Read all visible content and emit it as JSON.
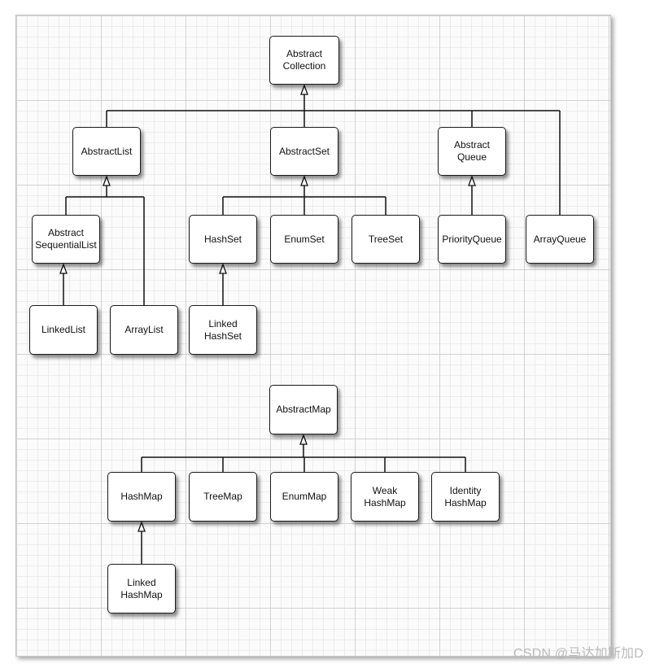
{
  "nodes": {
    "abstract_collection": "Abstract\nCollection",
    "abstract_list": "AbstractList",
    "abstract_set": "AbstractSet",
    "abstract_queue": "Abstract\nQueue",
    "abstract_sequential_list": "Abstract\nSequentialList",
    "hash_set": "HashSet",
    "enum_set": "EnumSet",
    "tree_set": "TreeSet",
    "priority_queue": "PriorityQueue",
    "array_queue": "ArrayQueue",
    "linked_list": "LinkedList",
    "array_list": "ArrayList",
    "linked_hash_set": "Linked\nHashSet",
    "abstract_map": "AbstractMap",
    "hash_map": "HashMap",
    "tree_map": "TreeMap",
    "enum_map": "EnumMap",
    "weak_hash_map": "Weak\nHashMap",
    "identity_hash_map": "Identity\nHashMap",
    "linked_hash_map": "Linked\nHashMap"
  },
  "edges": [
    {
      "from": "abstract_list",
      "to": "abstract_collection"
    },
    {
      "from": "abstract_set",
      "to": "abstract_collection"
    },
    {
      "from": "abstract_queue",
      "to": "abstract_collection"
    },
    {
      "from": "array_queue",
      "to": "abstract_collection"
    },
    {
      "from": "abstract_sequential_list",
      "to": "abstract_list"
    },
    {
      "from": "array_list",
      "to": "abstract_list"
    },
    {
      "from": "linked_list",
      "to": "abstract_sequential_list"
    },
    {
      "from": "hash_set",
      "to": "abstract_set"
    },
    {
      "from": "enum_set",
      "to": "abstract_set"
    },
    {
      "from": "tree_set",
      "to": "abstract_set"
    },
    {
      "from": "linked_hash_set",
      "to": "hash_set"
    },
    {
      "from": "priority_queue",
      "to": "abstract_queue"
    },
    {
      "from": "hash_map",
      "to": "abstract_map"
    },
    {
      "from": "tree_map",
      "to": "abstract_map"
    },
    {
      "from": "enum_map",
      "to": "abstract_map"
    },
    {
      "from": "weak_hash_map",
      "to": "abstract_map"
    },
    {
      "from": "identity_hash_map",
      "to": "abstract_map"
    },
    {
      "from": "linked_hash_map",
      "to": "hash_map"
    }
  ],
  "watermark": "CSDN @马达加斯加D"
}
